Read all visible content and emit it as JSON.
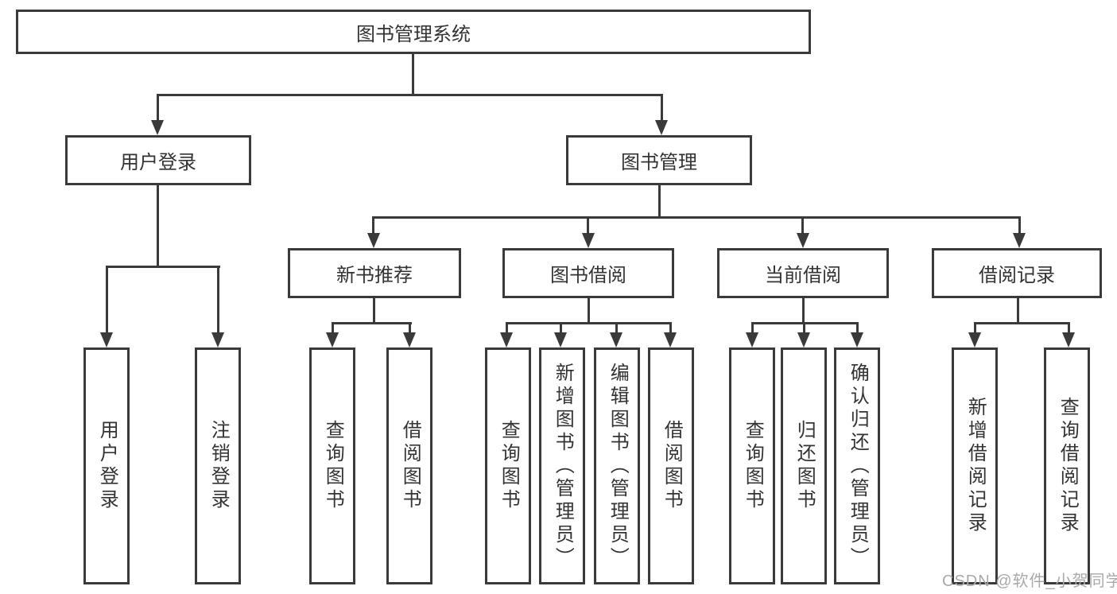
{
  "nodes": {
    "root": "图书管理系统",
    "user_login": "用户登录",
    "book_mgmt": "图书管理",
    "new_book": "新书推荐",
    "book_borrow": "图书借阅",
    "current_borrow": "当前借阅",
    "borrow_record": "借阅记录",
    "leaf_user_login": "用户登录",
    "leaf_logout": "注销登录",
    "leaf_nb_query": "查询图书",
    "leaf_nb_borrow": "借阅图书",
    "leaf_bb_query": "查询图书",
    "leaf_bb_add": "新增图书（管理员）",
    "leaf_bb_edit": "编辑图书（管理员）",
    "leaf_bb_borrow": "借阅图书",
    "leaf_cb_query": "查询图书",
    "leaf_cb_return": "归还图书",
    "leaf_cb_confirm": "确认归还（管理员）",
    "leaf_br_add": "新增借阅记录",
    "leaf_br_query": "查询借阅记录"
  },
  "watermark": "CSDN @软件_小贺同学",
  "colors": {
    "line": "#3a3a3a",
    "text": "#333333",
    "background": "#ffffff",
    "watermark": "#a9a9a9"
  }
}
